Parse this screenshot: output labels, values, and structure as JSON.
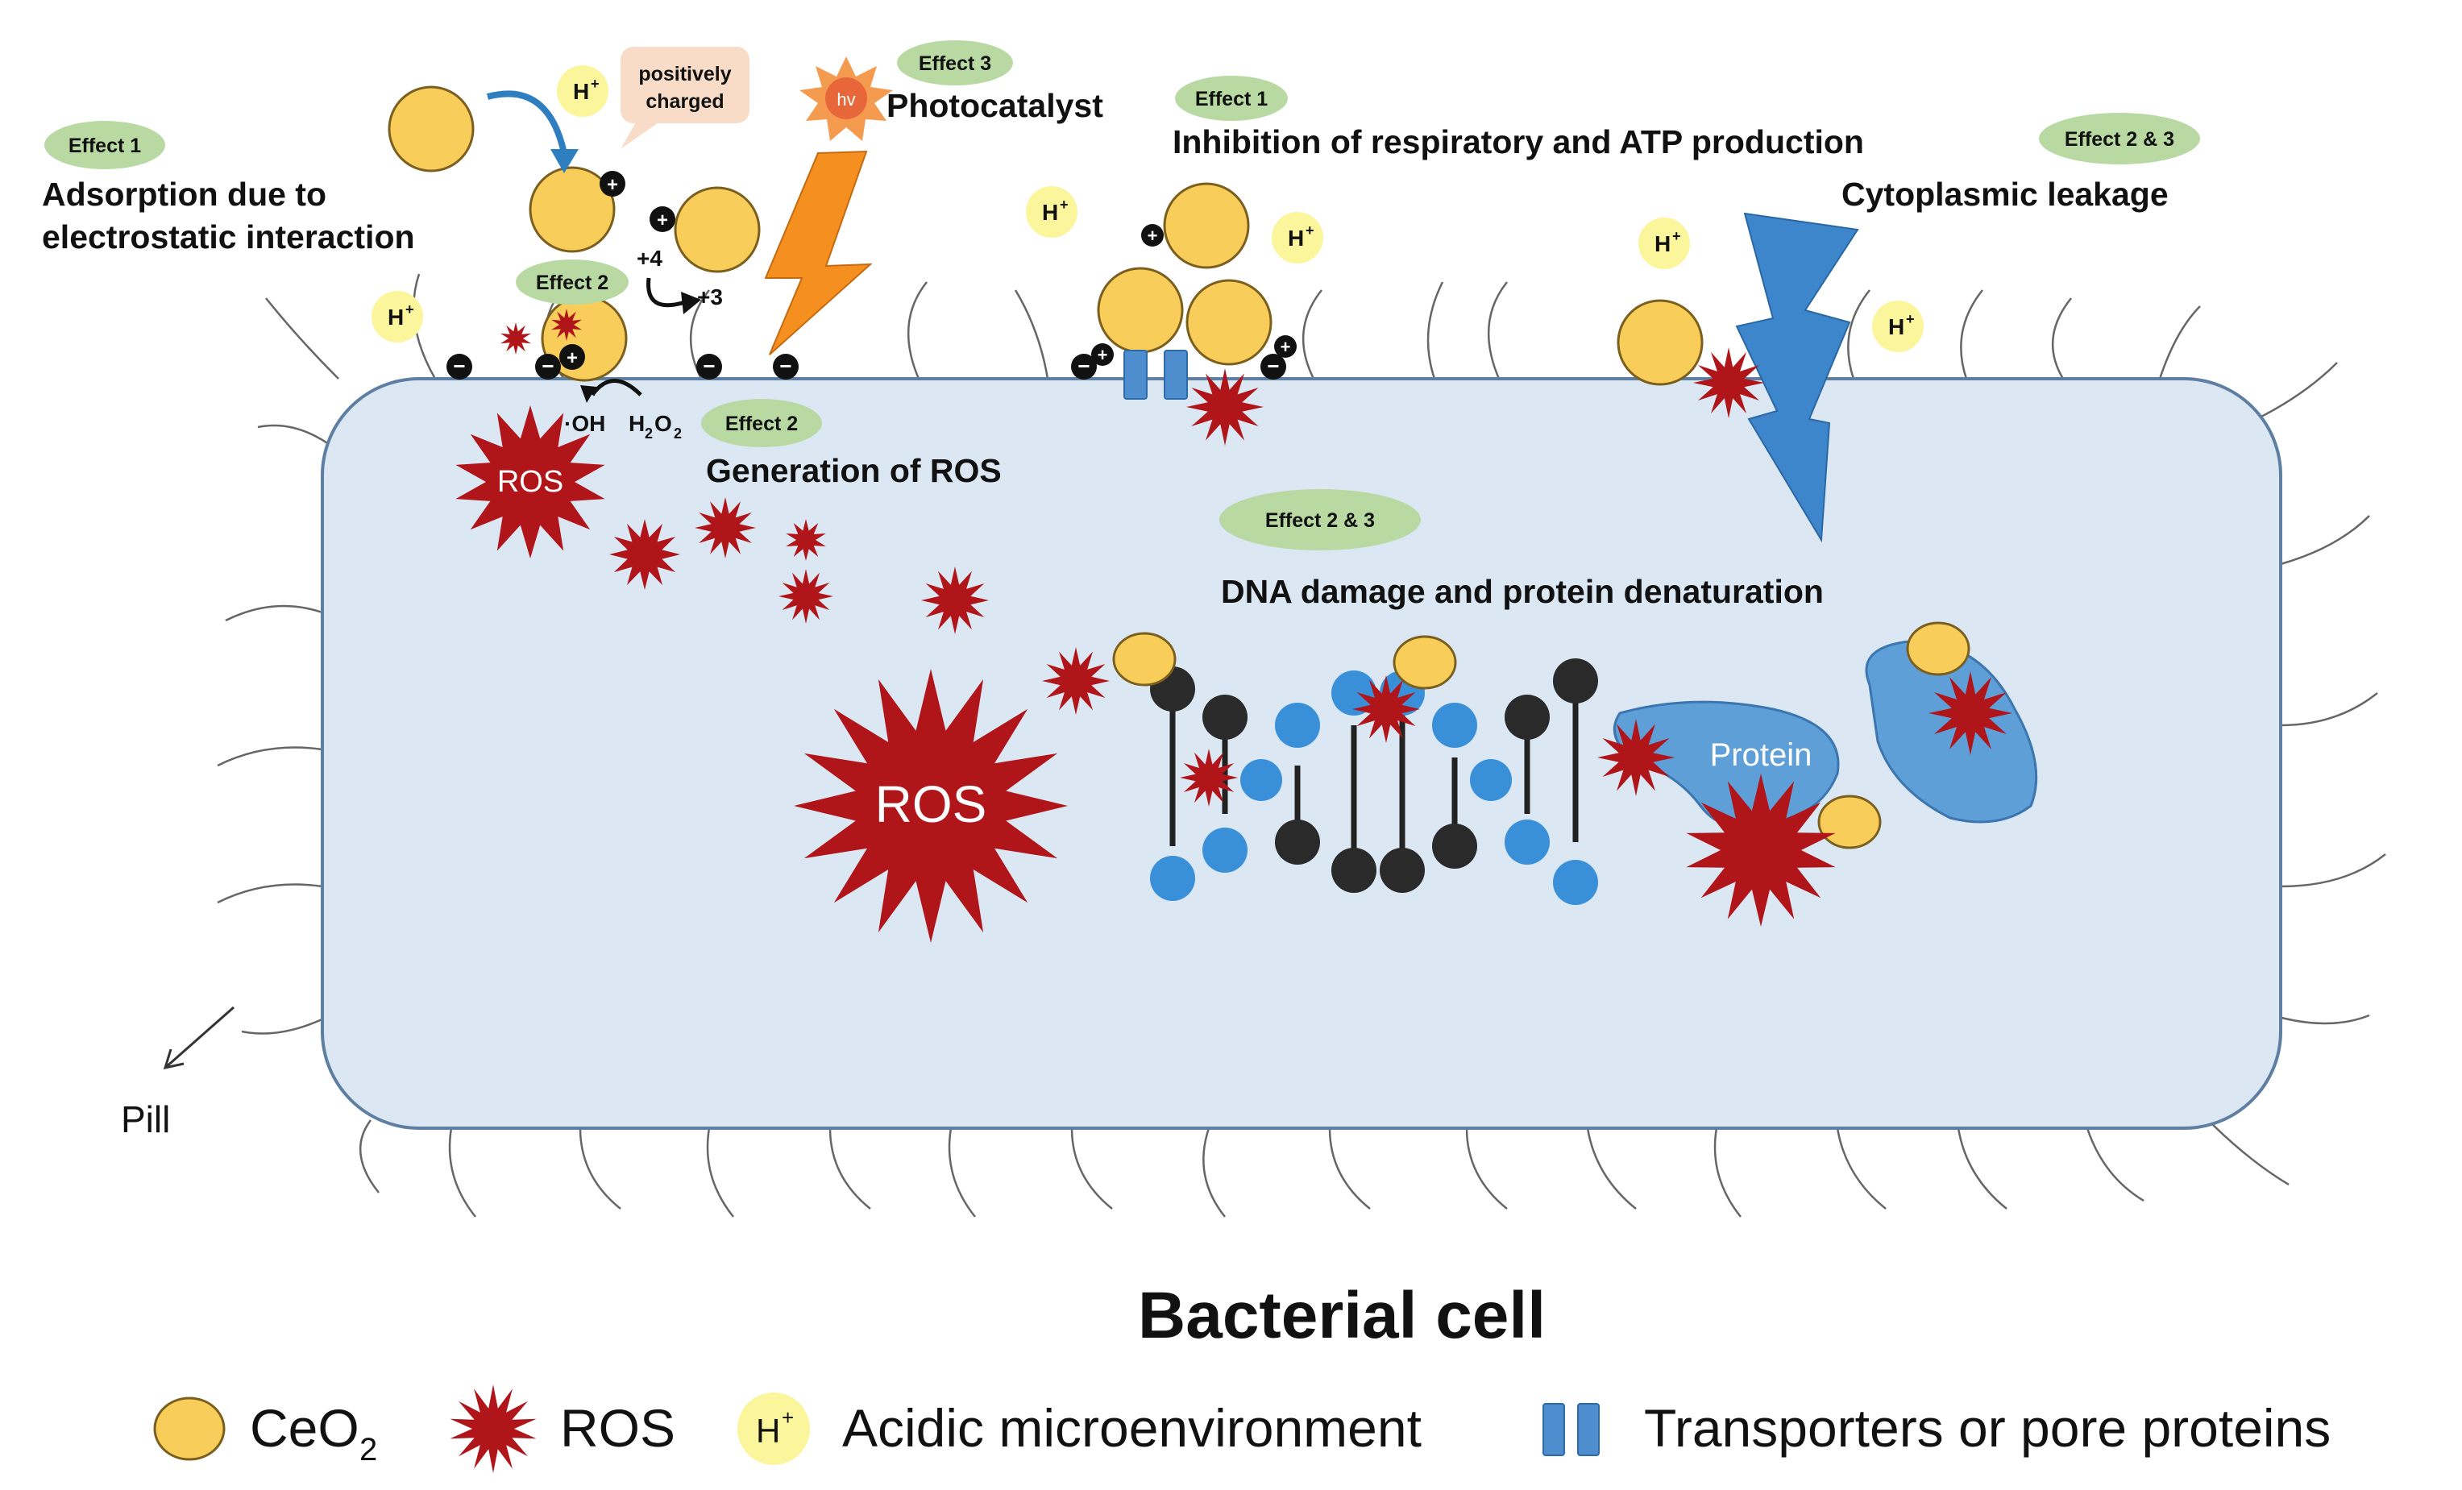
{
  "labels": {
    "effect1_left": "Effect 1",
    "adsorption_line1": "Adsorption due to",
    "adsorption_line2": "electrostatic interaction",
    "positively_line1": "positively",
    "positively_line2": "charged",
    "effect3": "Effect 3",
    "photocatalyst": "Photocatalyst",
    "hv": "hv",
    "effect2_top": "Effect 2",
    "plus4": "+4",
    "plus3": "+3",
    "oh": "·OH",
    "h2o2": "H",
    "h2o2_sub": "2",
    "h2o2_o": "O",
    "h2o2_sub2": "2",
    "effect2_ros": "Effect 2",
    "generation_ros": "Generation of ROS",
    "effect1_mid": "Effect 1",
    "inhibition": "Inhibition of respiratory and ATP production",
    "effect23_right": "Effect 2 & 3",
    "cytoplasmic": "Cytoplasmic leakage",
    "effect23_mid": "Effect 2 & 3",
    "dna_damage": "DNA damage and protein denaturation",
    "ros_small": "ROS",
    "ros_big": "ROS",
    "protein": "Protein",
    "pill": "Pill",
    "h_plus": "H",
    "h_plus_sup": "+",
    "bacterial_cell": "Bacterial cell"
  },
  "legend": {
    "ceo2": "CeO",
    "ceo2_sub": "2",
    "ros": "ROS",
    "acidic": "Acidic microenvironment",
    "h_plus": "H",
    "h_plus_sup": "+",
    "transporters": "Transporters or pore proteins"
  },
  "colors": {
    "cell_fill": "#dbe7f3",
    "cell_stroke": "#5e7fa1",
    "ceo2": "#f8cd5a",
    "ros": "#b0151a",
    "hplus": "#fbf59c",
    "badge": "#b9d9a3",
    "transporter": "#4e8ecf",
    "lightning_orange": "#f59020",
    "lightning_blue": "#3d86cc",
    "protein": "#5e9fd8",
    "dna_blue": "#3a8fd9",
    "dna_black": "#2a2a2a"
  }
}
